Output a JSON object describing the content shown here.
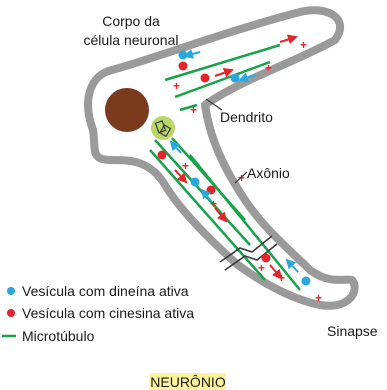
{
  "labels": {
    "cell_body_line1": "Corpo da",
    "cell_body_line2": "célula neuronal",
    "dendrite": "Dendrito",
    "axon": "Axônio",
    "synapse": "Sinapse",
    "caption": "NEURÔNIO"
  },
  "legend": {
    "dynein": "Vesícula com dineína ativa",
    "kinesin": "Vesícula com cinesina ativa",
    "microtubule": "Microtúbulo"
  },
  "plus_sign": "+",
  "colors": {
    "outline": "#9a9a9a",
    "cell_body": "#7a3a1e",
    "centrosome": "#b9d66a",
    "microtubule": "#17a34a",
    "dynein": "#29a8e0",
    "kinesin": "#e3242b",
    "caption_bg": "#fdf39a"
  }
}
